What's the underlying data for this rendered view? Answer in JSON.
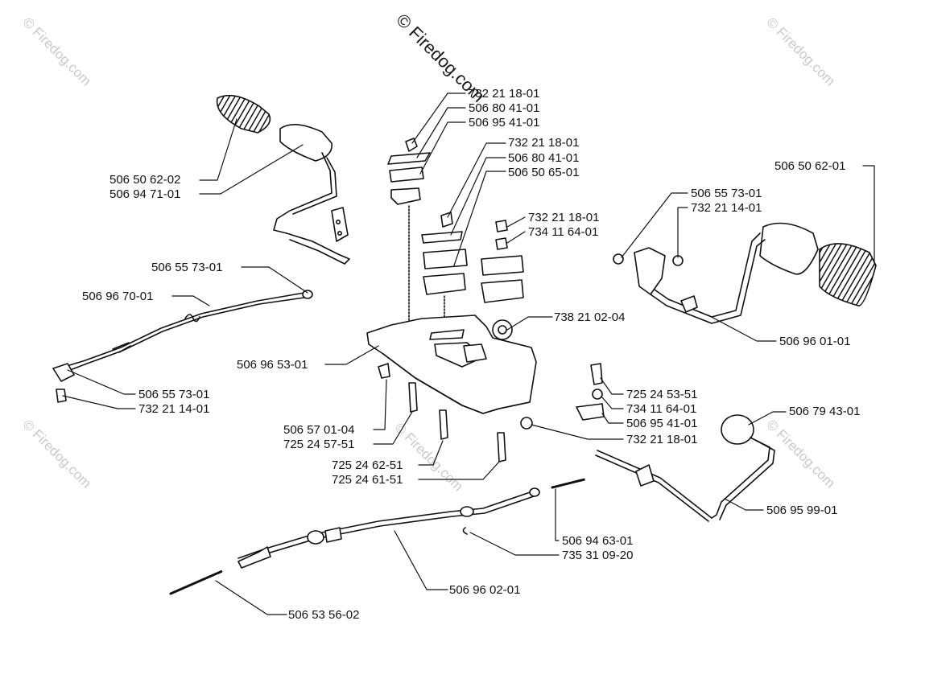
{
  "watermark": {
    "main": "© Firedog.com",
    "repeat": "© Firedog.com"
  },
  "part_labels": [
    "506 50 62-02",
    "506 94 71-01",
    "732 21 18-01",
    "506 80 41-01",
    "506 95 41-01",
    "732 21 18-01",
    "506 80 41-01",
    "506 50 65-01",
    "732 21 18-01",
    "734 11 64-01",
    "506 50 62-01",
    "506 55 73-01",
    "732 21 14-01",
    "506 55 73-01",
    "506 96 70-01",
    "738 21 02-04",
    "506 96 01-01",
    "506 96 53-01",
    "506 55 73-01",
    "732 21 14-01",
    "725 24 53-51",
    "734 11 64-01",
    "506 95 41-01",
    "732 21 18-01",
    "506 79 43-01",
    "506 57 01-04",
    "725 24 57-51",
    "725 24 62-51",
    "725 24 61-51",
    "506 95 99-01",
    "506 94 63-01",
    "735 31 09-20",
    "506 96 02-01",
    "506 53 56-02"
  ]
}
